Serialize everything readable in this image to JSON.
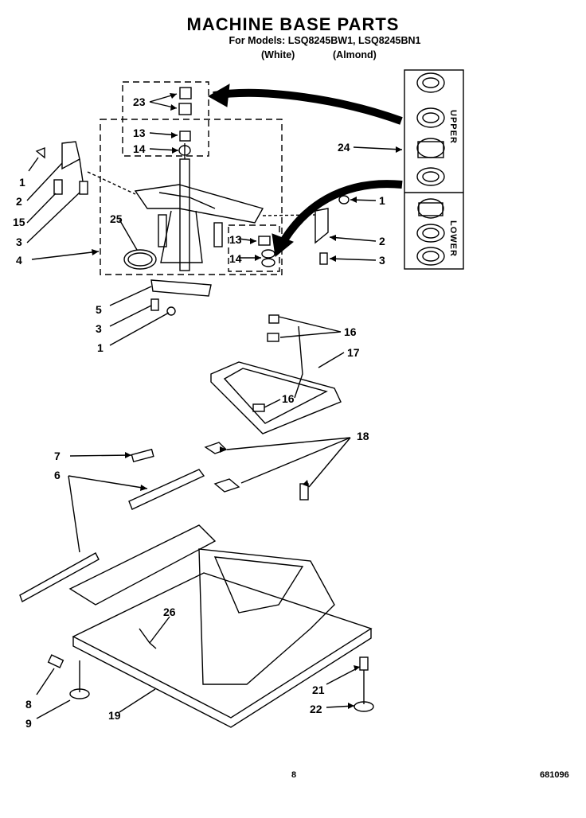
{
  "header": {
    "title": "MACHINE BASE PARTS",
    "models": "For Models: LSQ8245BW1, LSQ8245BN1",
    "color_white": "(White)",
    "color_almond": "(Almond)"
  },
  "inset": {
    "upper": "UPPER",
    "lower": "LOWER"
  },
  "callouts": {
    "c1a": "1",
    "c2a": "2",
    "c15": "15",
    "c3a": "3",
    "c4": "4",
    "c23": "23",
    "c13a": "13",
    "c14a": "14",
    "c25": "25",
    "c13b": "13",
    "c14b": "14",
    "c24": "24",
    "c1b": "1",
    "c2b": "2",
    "c3b": "3",
    "c5": "5",
    "c3c": "3",
    "c1c": "1",
    "c16a": "16",
    "c17": "17",
    "c16b": "16",
    "c18": "18",
    "c7": "7",
    "c6": "6",
    "c26": "26",
    "c21": "21",
    "c22": "22",
    "c8": "8",
    "c9": "9",
    "c19": "19"
  },
  "footer": {
    "page": "8",
    "code": "681096"
  }
}
